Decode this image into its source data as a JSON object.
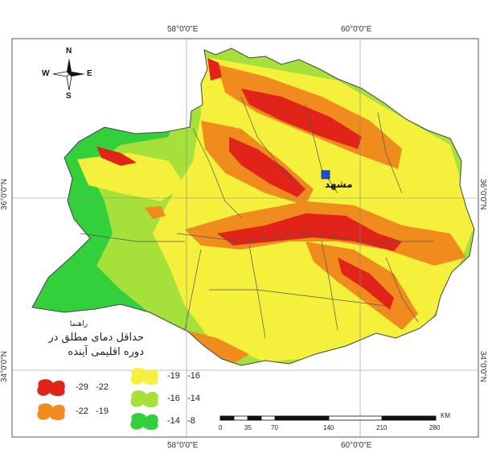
{
  "colors": {
    "outside": "#ffffff",
    "c1": "#e2231a",
    "c2": "#f08c1e",
    "c3": "#f5f03c",
    "c4": "#a6e03a",
    "c5": "#32d03a"
  },
  "graticule": {
    "top": [
      "58°0'0\"E",
      "60°0'0\"E"
    ],
    "bottom": [
      "58°0'0\"E",
      "60°0'0\"E"
    ],
    "left": [
      "36°0'0\"N",
      "34°0'0\"N"
    ],
    "right": [
      "36°0'0\"N",
      "34°0'0\"N"
    ]
  },
  "north_arrow": {
    "n": "N",
    "s": "S",
    "e": "E",
    "w": "W"
  },
  "city": {
    "name": "مشهد"
  },
  "legend": {
    "heading": "راهنما",
    "title_line1": "حداقل دمای مطلق در",
    "title_line2": "دوره اقلیمی آینده",
    "classes": [
      {
        "range": "-29   -22",
        "color": "#e2231a"
      },
      {
        "range": "-22   -19",
        "color": "#f08c1e"
      },
      {
        "range": "-19   -16",
        "color": "#f5f03c"
      },
      {
        "range": "-16   -14",
        "color": "#a6e03a"
      },
      {
        "range": "-14   -8",
        "color": "#32d03a"
      }
    ]
  },
  "scale_bar": {
    "unit": "KM",
    "ticks": [
      "0",
      "35",
      "70",
      "140",
      "210",
      "280"
    ]
  }
}
